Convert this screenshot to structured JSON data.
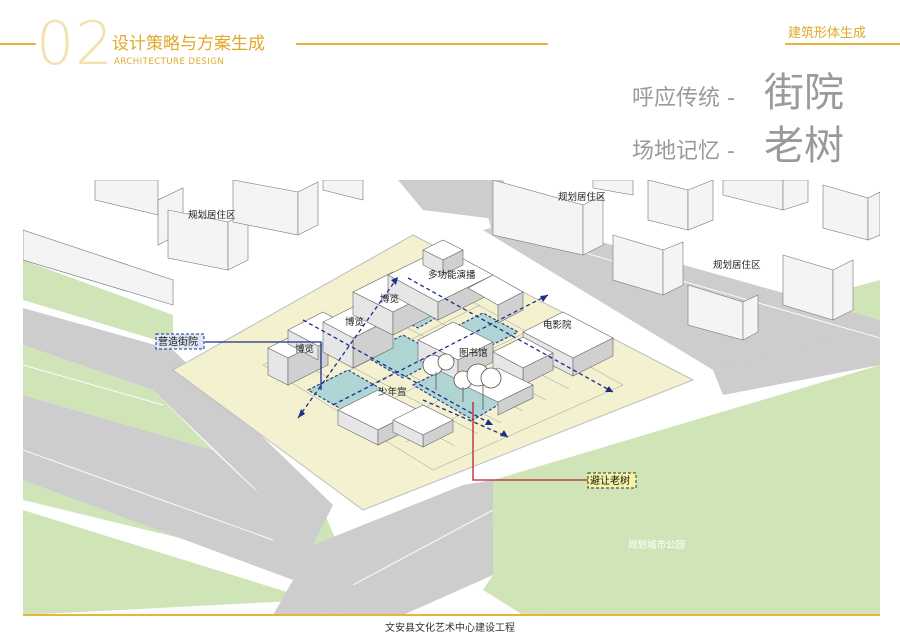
{
  "header": {
    "number": "02",
    "title": "设计策略与方案生成",
    "subtitle": "ARCHITECTURE DESIGN",
    "section_tag": "建筑形体生成"
  },
  "slogans": {
    "line1_small": "呼应传统 -",
    "line1_big": "街院",
    "line2_small": "场地记忆 -",
    "line2_big": "老树"
  },
  "diagram": {
    "labels": {
      "residential_1": "规划居住区",
      "residential_2": "规划居住区",
      "residential_3": "规划居住区",
      "multi_theater": "多功能演播",
      "expo_1": "博览",
      "expo_2": "博览",
      "expo_3": "博览",
      "cinema": "电影院",
      "library": "图书馆",
      "youth_palace": "少年宫",
      "city_park": "规划城市公园"
    },
    "callouts": {
      "street_courtyard": "营造街院",
      "avoid_tree": "避让老树"
    }
  },
  "footer": {
    "project": "文安县文化艺术中心建设工程"
  },
  "colors": {
    "gold": "#e6b53a",
    "grass": "#cfe5b8",
    "site": "#f3f1cf",
    "road": "#cdcdcd",
    "court": "#a8d3d6",
    "axis_blue": "#1a2f86",
    "tree_line": "#b8232a"
  }
}
